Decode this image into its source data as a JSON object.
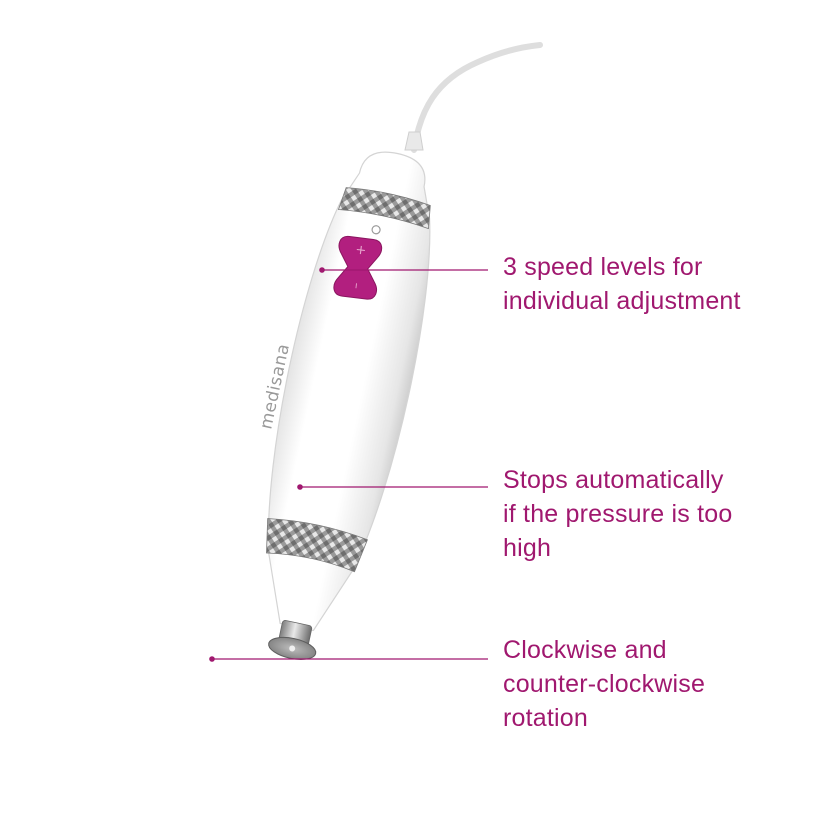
{
  "colors": {
    "accent": "#a0186f",
    "button": "#b21f7f",
    "body": "#ffffff",
    "ring": "#8e8e8e"
  },
  "product": {
    "brand_text": "medisana",
    "button_symbols": [
      "–",
      "+"
    ]
  },
  "callouts": [
    {
      "lines": [
        "3 speed levels for",
        "individual adjustment"
      ]
    },
    {
      "lines": [
        "Stops automatically",
        "if the pressure is too",
        "high"
      ]
    },
    {
      "lines": [
        "Clockwise and",
        "counter-clockwise",
        "rotation"
      ]
    }
  ]
}
